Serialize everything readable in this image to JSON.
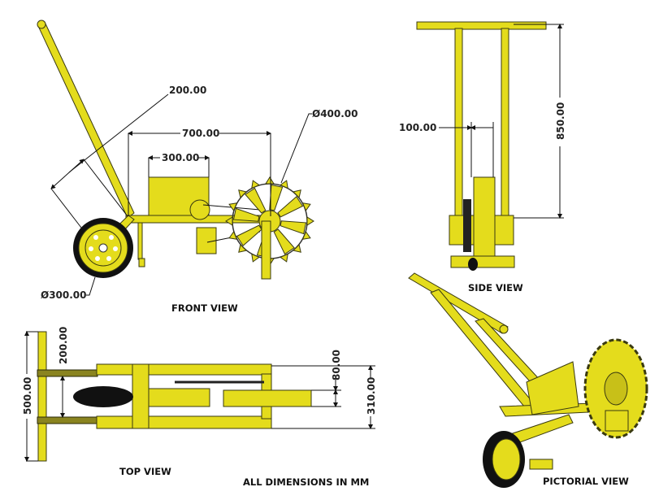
{
  "title": "Seed planter orthographic drawing",
  "note": "ALL DIMENSIONS IN MM",
  "views": {
    "front": {
      "caption": "FRONT VIEW",
      "dims": {
        "handle_offset": "200.00",
        "frame_length": "700.00",
        "hopper_length": "300.00",
        "drive_wheel_dia": "Ø400.00",
        "ground_wheel_dia": "Ø300.00"
      }
    },
    "side": {
      "caption": "SIDE VIEW",
      "dims": {
        "height": "850.00",
        "offset": "100.00"
      }
    },
    "top": {
      "caption": "TOP VIEW",
      "dims": {
        "handle_width": "500.00",
        "arm_spacing": "200.00",
        "wheel_width": "80.00",
        "frame_width": "310.00"
      }
    },
    "pictorial": {
      "caption": "PICTORIAL VIEW"
    }
  },
  "colors": {
    "body": "#e4dc1c",
    "outline": "#3a3a10",
    "tire": "#111111"
  }
}
